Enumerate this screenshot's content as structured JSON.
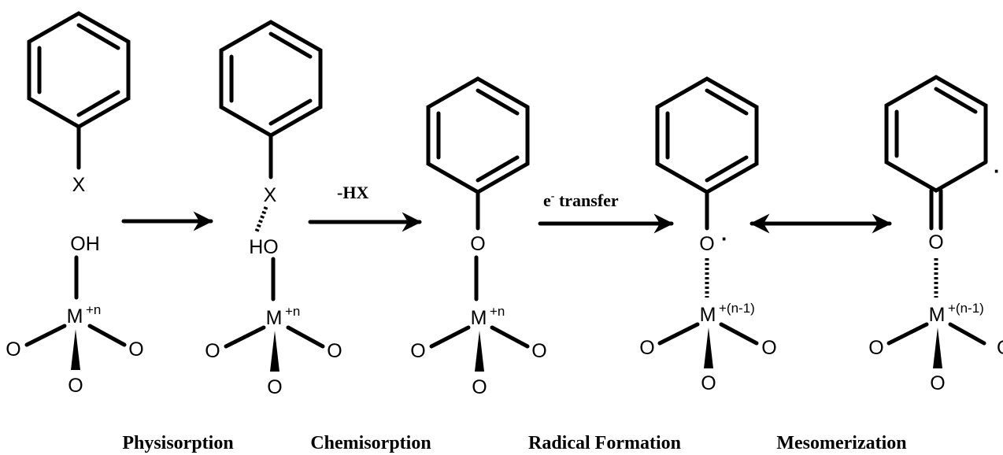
{
  "atoms": {
    "x": "X",
    "oh": "OH",
    "ho": "HO",
    "o": "O",
    "m": "M",
    "charge_n": "+n",
    "charge_n1": "+(n-1)",
    "radical_dot": "·"
  },
  "arrows": {
    "dehalogenation": "-HX",
    "electron_symbol": "e",
    "electron_charge": "-",
    "transfer": " transfer"
  },
  "stages": {
    "physisorption": "Physisorption",
    "chemisorption": "Chemisorption",
    "radical_formation": "Radical Formation",
    "mesomerization": "Mesomerization"
  }
}
